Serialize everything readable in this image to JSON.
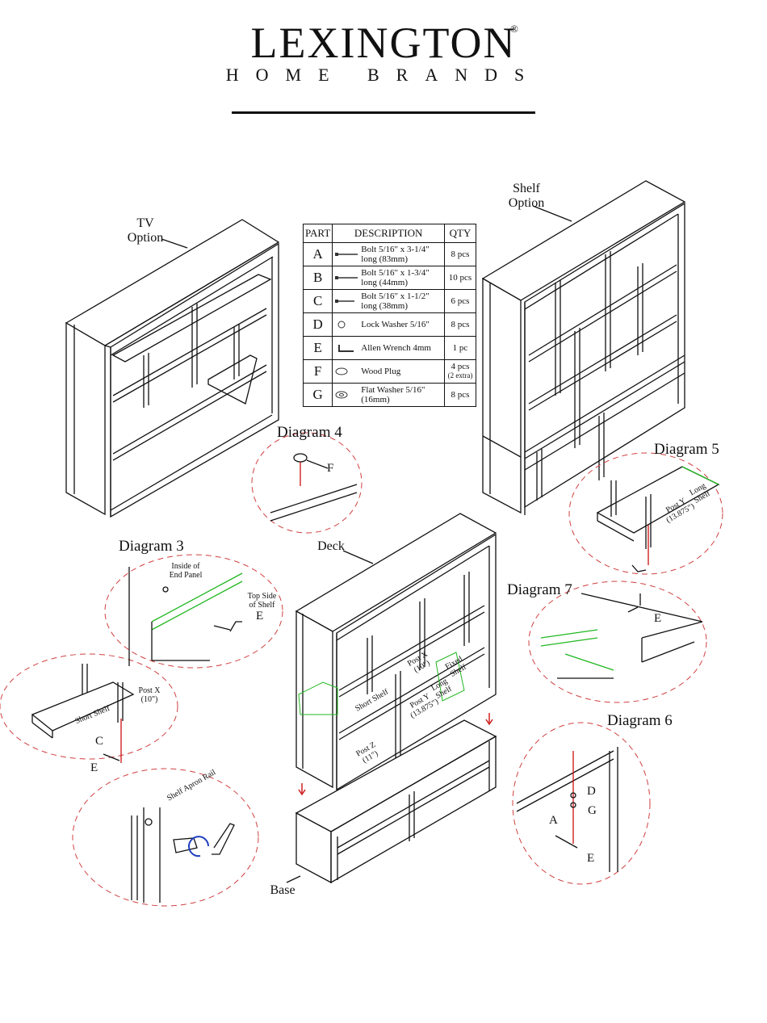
{
  "brand": {
    "name": "LEXINGTON",
    "sub": "HOME BRANDS",
    "mark": "®"
  },
  "labels": {
    "tv_option": "TV\nOption",
    "shelf_option": "Shelf\nOption",
    "deck": "Deck",
    "base": "Base",
    "inside_end_panel": "Inside of\nEnd Panel",
    "top_side_shelf": "Top Side\nof Shelf",
    "shelf_apron_rail": "Shelf Apron Rail",
    "short_shelf": "Short Shelf",
    "long_shelf": "Long\nShelf",
    "fixed_shelf": "Fixed\nShelf",
    "post_x": "Post X\n(10\")",
    "post_y": "Post Y\n(13.875\")",
    "post_z": "Post Z\n(11\")"
  },
  "diagrams": {
    "d3": "Diagram 3",
    "d4": "Diagram 4",
    "d5": "Diagram 5",
    "d6": "Diagram 6",
    "d7": "Diagram 7"
  },
  "callouts": {
    "a": "A",
    "c": "C",
    "d": "D",
    "e": "E",
    "f": "F",
    "g": "G"
  },
  "parts_table": {
    "headers": {
      "part": "PART",
      "description": "DESCRIPTION",
      "qty": "QTY"
    },
    "rows": [
      {
        "part": "A",
        "icon": "long-bolt-icon",
        "description": "Bolt 5/16\" x 3-1/4\" long (83mm)",
        "qty": "8 pcs",
        "qty_note": ""
      },
      {
        "part": "B",
        "icon": "medium-bolt-icon",
        "description": "Bolt 5/16\" x 1-3/4\" long (44mm)",
        "qty": "10 pcs",
        "qty_note": ""
      },
      {
        "part": "C",
        "icon": "short-bolt-icon",
        "description": "Bolt 5/16\" x 1-1/2\" long (38mm)",
        "qty": "6 pcs",
        "qty_note": ""
      },
      {
        "part": "D",
        "icon": "lock-washer-icon",
        "description": "Lock Washer 5/16\"",
        "qty": "8 pcs",
        "qty_note": ""
      },
      {
        "part": "E",
        "icon": "allen-wrench-icon",
        "description": "Allen Wrench 4mm",
        "qty": "1 pc",
        "qty_note": ""
      },
      {
        "part": "F",
        "icon": "wood-plug-icon",
        "description": "Wood Plug",
        "qty": "4 pcs",
        "qty_note": "(2 extra)"
      },
      {
        "part": "G",
        "icon": "flat-washer-icon",
        "description": "Flat Washer 5/16\" (16mm)",
        "qty": "8 pcs",
        "qty_note": ""
      }
    ]
  },
  "colors": {
    "line": "#111111",
    "dash": "#d04040",
    "accent_green": "#22b822",
    "arrow_red": "#cc1111",
    "arrow_blue": "#1f3fbf"
  }
}
